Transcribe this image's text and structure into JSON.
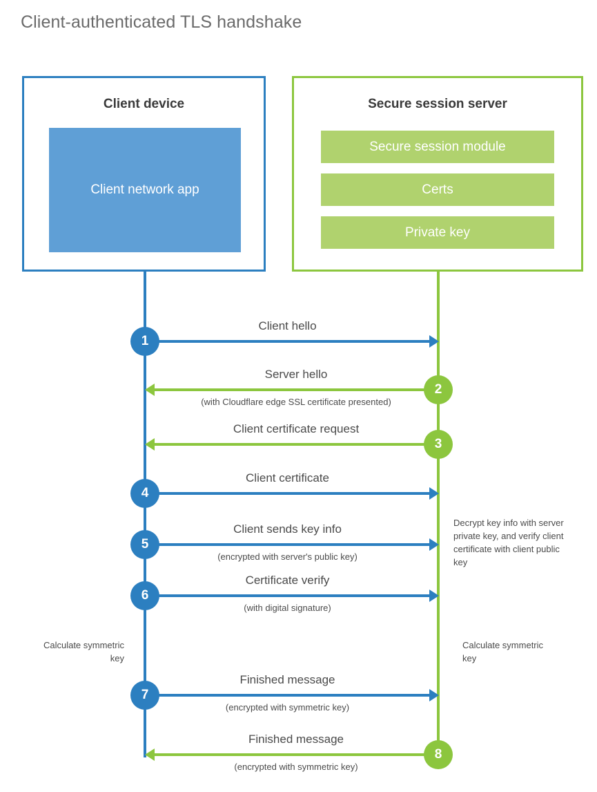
{
  "title": "Client-authenticated TLS handshake",
  "colors": {
    "client_blue": "#2c7fc0",
    "client_app_fill": "#5f9fd6",
    "server_green": "#8cc63e",
    "server_bar_fill": "#b0d26e",
    "text_gray": "#4a4a4a",
    "title_gray": "#6a6a6a",
    "background": "#ffffff"
  },
  "actors": {
    "client": {
      "title": "Client device",
      "app_label": "Client network app"
    },
    "server": {
      "title": "Secure session server",
      "components": [
        {
          "label": "Secure session module"
        },
        {
          "label": "Certs"
        },
        {
          "label": "Private key"
        }
      ]
    }
  },
  "steps": [
    {
      "number": "1",
      "label": "Client hello",
      "sublabel": "",
      "direction": "client-to-server",
      "color": "blue"
    },
    {
      "number": "2",
      "label": "Server hello",
      "sublabel": "(with Cloudflare edge SSL certificate presented)",
      "direction": "server-to-client",
      "color": "green"
    },
    {
      "number": "3",
      "label": "Client certificate request",
      "sublabel": "",
      "direction": "server-to-client",
      "color": "green"
    },
    {
      "number": "4",
      "label": "Client certificate",
      "sublabel": "",
      "direction": "client-to-server",
      "color": "blue"
    },
    {
      "number": "5",
      "label": "Client sends key info",
      "sublabel": "(encrypted with server's public key)",
      "direction": "client-to-server",
      "color": "blue"
    },
    {
      "number": "6",
      "label": "Certificate verify",
      "sublabel": "(with digital signature)",
      "direction": "client-to-server",
      "color": "blue"
    },
    {
      "number": "7",
      "label": "Finished message",
      "sublabel": "(encrypted with symmetric key)",
      "direction": "client-to-server",
      "color": "blue"
    },
    {
      "number": "8",
      "label": "Finished message",
      "sublabel": "(encrypted with symmetric key)",
      "direction": "server-to-client",
      "color": "green"
    }
  ],
  "annotations": {
    "server_decrypt": "Decrypt key info with server private key, and verify client certificate with client public key",
    "client_calculate": "Calculate symmetric key",
    "server_calculate": "Calculate symmetric key"
  }
}
